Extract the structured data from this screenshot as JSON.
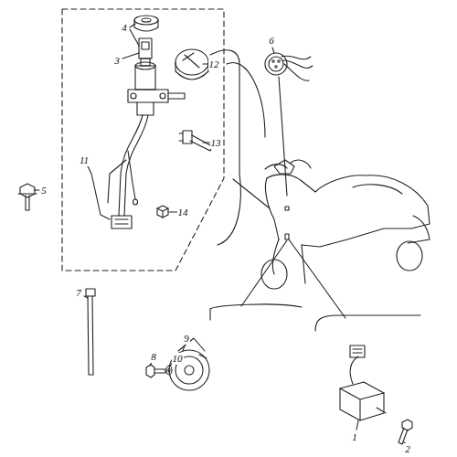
{
  "diagram": {
    "labels": [
      "4",
      "12",
      "3",
      "6",
      "13",
      "5",
      "14",
      "11",
      "7",
      "9",
      "10",
      "8",
      "1",
      "2"
    ]
  }
}
